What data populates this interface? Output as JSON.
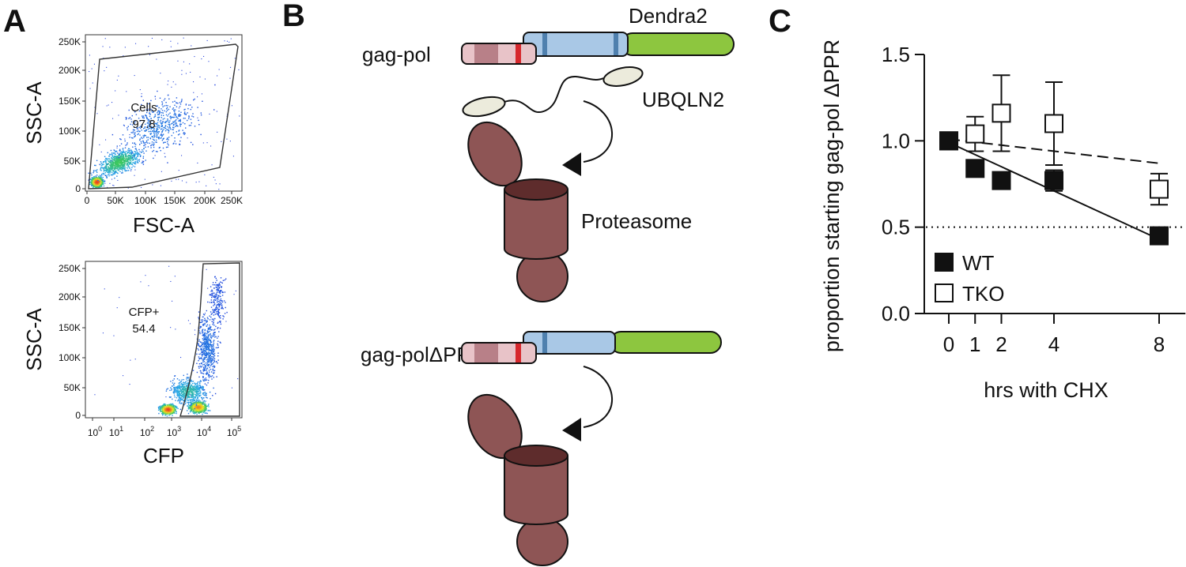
{
  "panels": {
    "a": {
      "letter": "A",
      "plot1": {
        "ylabel": "SSC-A",
        "xlabel": "FSC-A",
        "yticks": [
          "250K",
          "200K",
          "150K",
          "100K",
          "50K",
          "0"
        ],
        "xticks": [
          "0",
          "50K",
          "100K",
          "150K",
          "200K",
          "250K"
        ],
        "gate_name": "Cells",
        "gate_value": "97.8"
      },
      "plot2": {
        "ylabel": "SSC-A",
        "xlabel": "CFP",
        "yticks": [
          "250K",
          "200K",
          "150K",
          "100K",
          "50K",
          "0"
        ],
        "xticks": [
          {
            "base": "10",
            "exp": "0"
          },
          {
            "base": "10",
            "exp": "1"
          },
          {
            "base": "10",
            "exp": "2"
          },
          {
            "base": "10",
            "exp": "3"
          },
          {
            "base": "10",
            "exp": "4"
          },
          {
            "base": "10",
            "exp": "5"
          }
        ],
        "gate_name": "CFP+",
        "gate_value": "54.4"
      }
    },
    "b": {
      "letter": "B",
      "construct1_label": "gag-pol",
      "construct2_label": "gag-polΔPPR",
      "tag_label": "Dendra2",
      "shuttle_label": "UBQLN2",
      "proteasome_label": "Proteasome",
      "colors": {
        "gag_dark": "#b88088",
        "gag_light": "#e8c3c8",
        "red_band": "#d6282d",
        "pol": "#a9c8e6",
        "pol_band": "#4f80ae",
        "dendra2": "#8dc63f",
        "ubqln2": "#ecebdc",
        "proteasome": "#8e5555",
        "proteasome_top": "#5e2c2c"
      }
    },
    "c": {
      "letter": "C"
    }
  },
  "chart_data": {
    "type": "scatter",
    "xlabel": "hrs with CHX",
    "ylabel": "proportion starting gag-pol ΔPPR",
    "x_ticks": [
      0,
      1,
      2,
      4,
      8
    ],
    "y_ticks": [
      "0.0",
      "0.5",
      "1.0",
      "1.5"
    ],
    "xlim": [
      -1,
      9
    ],
    "ylim": [
      0,
      1.5
    ],
    "reference_line": {
      "y": 0.5,
      "style": "dotted"
    },
    "legend_position": "bottom-left",
    "series": [
      {
        "name": "WT",
        "marker": "filled-square",
        "fit_line": "solid",
        "points": [
          {
            "x": 0,
            "y": 1.0,
            "err": 0.0
          },
          {
            "x": 1,
            "y": 0.84,
            "err": 0.0
          },
          {
            "x": 2,
            "y": 0.77,
            "err": 0.0
          },
          {
            "x": 4,
            "y": 0.77,
            "err": 0.06
          },
          {
            "x": 8,
            "y": 0.45,
            "err": 0.0
          }
        ],
        "fit": {
          "x0": 0,
          "y0": 0.99,
          "x1": 8,
          "y1": 0.43
        }
      },
      {
        "name": "TKO",
        "marker": "open-square",
        "fit_line": "dashed",
        "points": [
          {
            "x": 0,
            "y": 1.0,
            "err": 0.0
          },
          {
            "x": 1,
            "y": 1.04,
            "err": 0.1
          },
          {
            "x": 2,
            "y": 1.16,
            "err": 0.22
          },
          {
            "x": 4,
            "y": 1.1,
            "err": 0.24
          },
          {
            "x": 8,
            "y": 0.72,
            "err": 0.09
          }
        ],
        "fit": {
          "x0": 0,
          "y0": 1.01,
          "x1": 8,
          "y1": 0.87
        }
      }
    ]
  }
}
